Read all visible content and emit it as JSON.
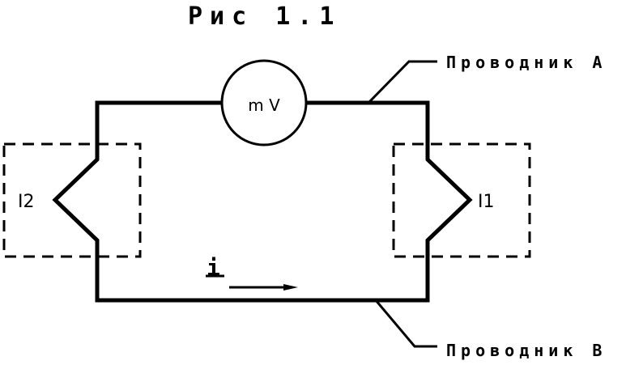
{
  "figure": {
    "title": "Рис 1.1",
    "meter_label": "m V",
    "junction_left_label": "I2",
    "junction_right_label": "I1",
    "current_label": "i",
    "conductor_a_label": "Проводник  А",
    "conductor_b_label": "Проводник  В"
  }
}
